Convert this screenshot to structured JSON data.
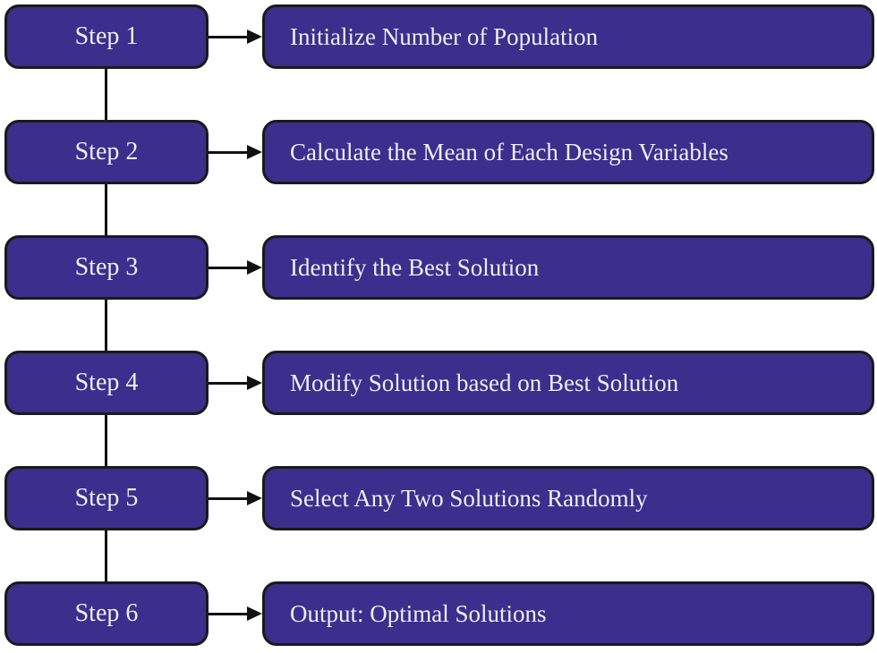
{
  "diagram": {
    "type": "flowchart",
    "colors": {
      "box_fill": "#3B2E8C",
      "box_border": "#1A1A1A",
      "text": "#EFEDF6",
      "connector": "#111111",
      "background": "#FFFFFF"
    },
    "steps": [
      {
        "label": "Step 1",
        "description": "Initialize Number of Population"
      },
      {
        "label": "Step 2",
        "description": "Calculate the Mean of Each Design Variables"
      },
      {
        "label": "Step 3",
        "description": "Identify the Best Solution"
      },
      {
        "label": "Step 4",
        "description": "Modify Solution based on Best Solution"
      },
      {
        "label": "Step 5",
        "description": "Select Any Two Solutions Randomly"
      },
      {
        "label": "Step 6",
        "description": "Output: Optimal Solutions"
      }
    ]
  }
}
